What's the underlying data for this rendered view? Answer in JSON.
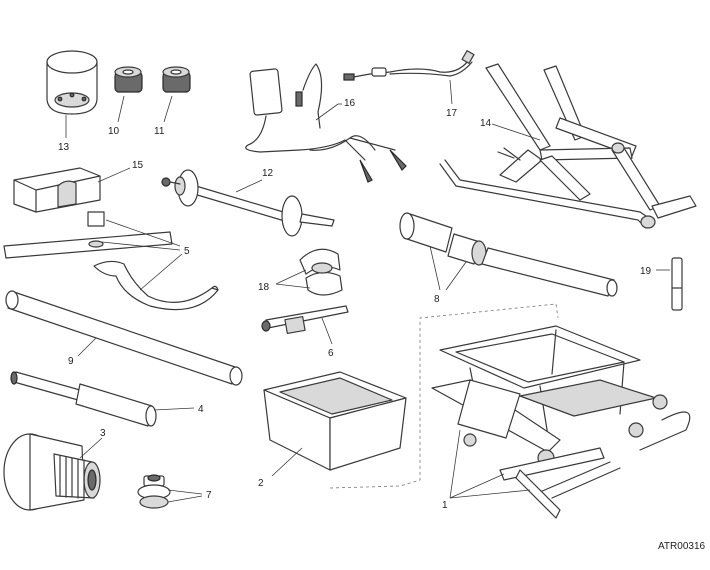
{
  "diagram": {
    "reference_code": "ATR00316",
    "callouts": [
      "1",
      "2",
      "3",
      "4",
      "5",
      "6",
      "7",
      "8",
      "9",
      "10",
      "11",
      "12",
      "13",
      "14",
      "15",
      "16",
      "17",
      "18",
      "19"
    ]
  }
}
